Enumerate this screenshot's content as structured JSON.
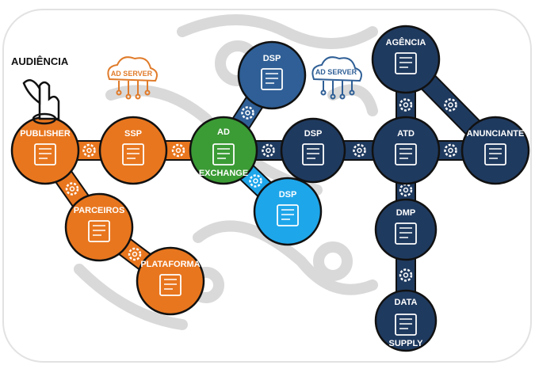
{
  "audience_label": "AUDIÊNCIA",
  "ad_server_left": "AD SERVER",
  "ad_server_right": "AD SERVER",
  "nodes": {
    "publisher": "PUBLISHER",
    "ssp": "SSP",
    "ad_exchange_1": "AD",
    "ad_exchange_2": "EXCHANGE",
    "dsp_top": "DSP",
    "dsp_mid": "DSP",
    "dsp_light": "DSP",
    "agencia": "AGÊNCIA",
    "atd": "ATD",
    "anunciante": "ANUNCIANTE",
    "dmp": "DMP",
    "data_supply_1": "DATA",
    "data_supply_2": "SUPPLY",
    "parceiros": "PARCEIROS",
    "plataforma": "PLATAFORMA"
  },
  "colors": {
    "orange": "#e8761e",
    "green": "#3b9b35",
    "blue": "#2f5f96",
    "navy": "#1f3a5f",
    "light_blue": "#1ea6ea"
  }
}
